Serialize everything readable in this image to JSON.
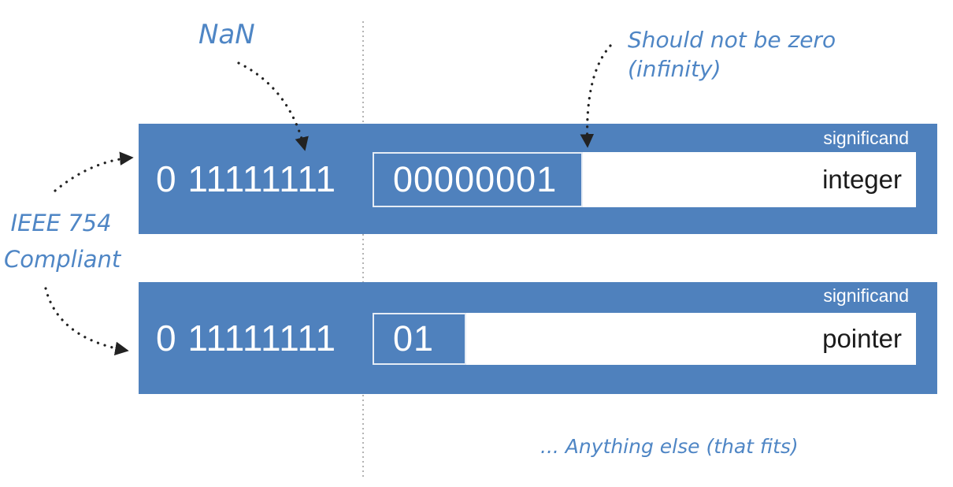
{
  "annotations": {
    "nan_label": "NaN",
    "nonzero_note_line1": "Should not be zero",
    "nonzero_note_line2": "(infinity)",
    "ieee_note_line1": "IEEE 754",
    "ieee_note_line2": "Compliant",
    "anything_else_note": "... Anything else (that fits)"
  },
  "rows": [
    {
      "sign_and_exponent_bits": "0 11111111",
      "tag_bits": "00000001",
      "payload_type": "integer",
      "field_label": "significand"
    },
    {
      "sign_and_exponent_bits": "0 11111111",
      "tag_bits": "01",
      "payload_type": "pointer",
      "field_label": "significand"
    }
  ],
  "colors": {
    "bar_blue": "#4F81BD",
    "handwriting_blue": "#4f86c5",
    "arrow_black": "#222222",
    "divider_gray": "#b3b3b3"
  }
}
